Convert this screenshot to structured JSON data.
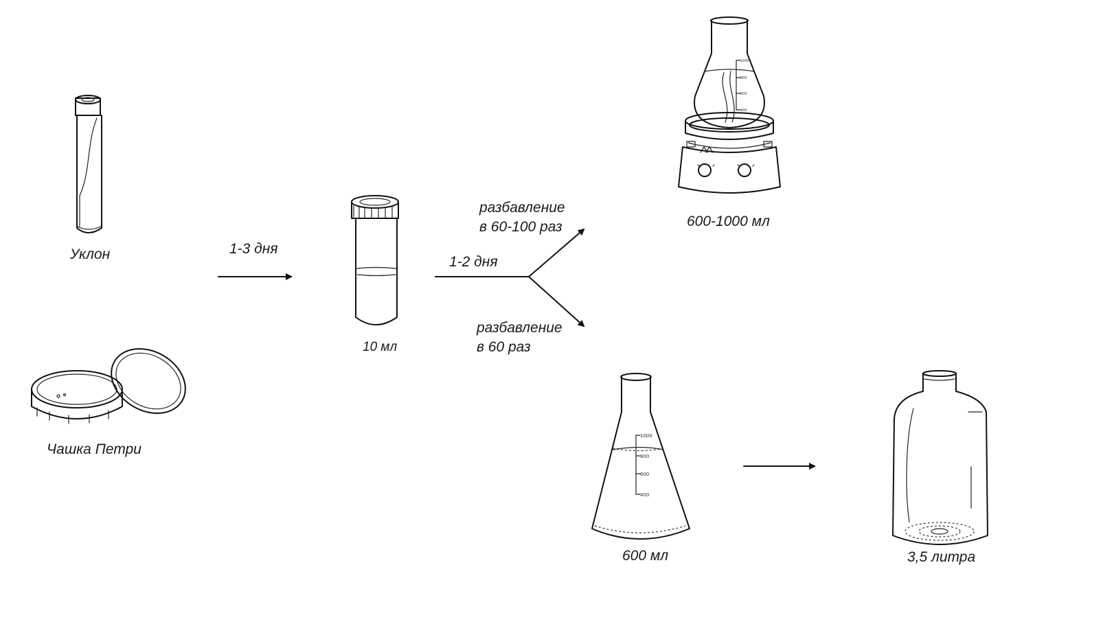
{
  "labels": {
    "slant": "Уклон",
    "petri": "Чашка Петри",
    "step1_time": "1-3 дня",
    "tube_volume": "10 мл",
    "step2_time": "1-2 дня",
    "dilution_upper_line1": "разбавление",
    "dilution_upper_line2": "в 60-100 раз",
    "dilution_lower_line1": "разбавление",
    "dilution_lower_line2": "в 60 раз",
    "stirrer_volume": "600-1000 мл",
    "flask_volume": "600 мл",
    "bottle_volume": "3,5 литра"
  },
  "flask_marks": [
    "1000",
    "800",
    "600",
    "400"
  ],
  "stirrer_marks": [
    "1000",
    "800",
    "600",
    "400"
  ],
  "colors": {
    "ink": "#111111",
    "background": "#ffffff"
  }
}
